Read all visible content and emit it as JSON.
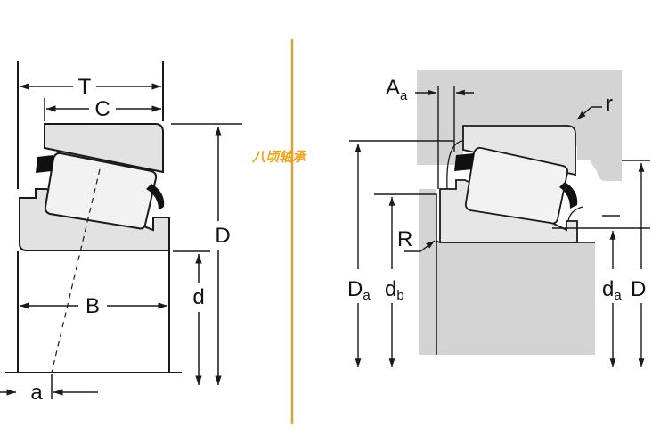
{
  "left_figure": {
    "labels": {
      "T": "T",
      "C": "C",
      "D": "D",
      "d": "d",
      "B": "B",
      "a": "a"
    }
  },
  "right_figure": {
    "labels": {
      "A_main": "A",
      "A_sub": "a",
      "r": "r",
      "R": "R",
      "Da_main": "D",
      "Da_sub": "a",
      "db_main": "d",
      "db_sub": "b",
      "da_main": "d",
      "da_sub": "a",
      "D": "D"
    }
  },
  "watermark": "八顷轴承",
  "colors": {
    "divider": "#d9a23a",
    "housing_fill": "#d4d4d4",
    "ring_fill": "#e2e2e2",
    "roller_fill": "#f2f2f2",
    "line": "#1a1a1a",
    "watermark": "#f3a21a"
  }
}
